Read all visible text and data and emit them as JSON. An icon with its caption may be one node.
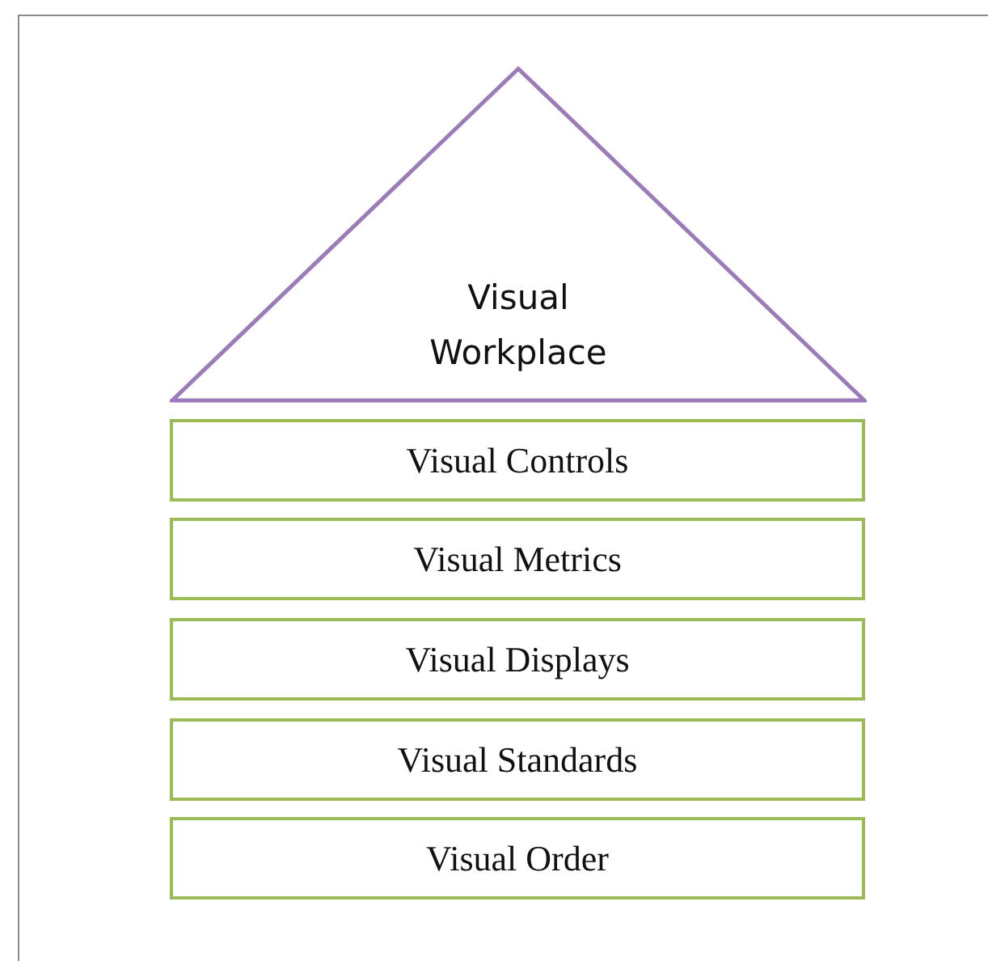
{
  "diagram": {
    "nodes": [
      {
        "text": [
          "Visual Workplace"
        ]
      },
      {
        "text": [
          "Visual Controls"
        ]
      },
      {
        "text": [
          "Visual Metrics"
        ]
      },
      {
        "text": [
          "Visual Displays"
        ]
      },
      {
        "text": [
          "Visual Standards"
        ]
      },
      {
        "text": [
          "Visual Order"
        ]
      }
    ]
  }
}
